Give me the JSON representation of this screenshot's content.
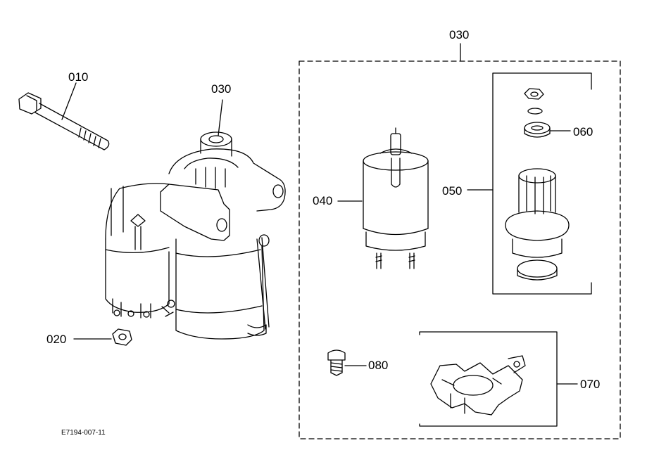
{
  "callouts": {
    "c010": "010",
    "c020": "020",
    "c030_main": "030",
    "c030_kit": "030",
    "c040": "040",
    "c050": "050",
    "c060": "060",
    "c070": "070",
    "c080": "080"
  },
  "figure_id": "E7194-007-11"
}
